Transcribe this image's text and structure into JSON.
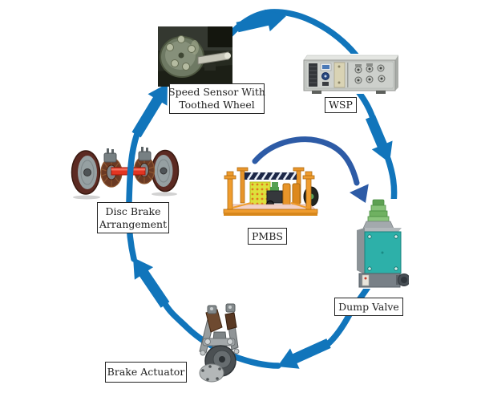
{
  "diagram": {
    "background": "#ffffff",
    "colors": {
      "flow_arrow": "#1175bb",
      "feedback_arrow": "#2d5ba6",
      "label_border": "#242424",
      "label_text": "#1f1f1f"
    },
    "nodes": {
      "speed_sensor": {
        "line1": "Speed Sensor With",
        "line2": "Toothed Wheel"
      },
      "wsp": {
        "line1": "WSP"
      },
      "dump_valve": {
        "line1": "Dump Valve"
      },
      "pmbs": {
        "line1": "PMBS"
      },
      "brake_actuator": {
        "line1": "Brake Actuator"
      },
      "disc_brake": {
        "line1": "Disc Brake",
        "line2": "Arrangement"
      }
    },
    "connections": [
      {
        "from": "Speed Sensor With Toothed Wheel",
        "to": "WSP"
      },
      {
        "from": "WSP",
        "to": "Dump Valve"
      },
      {
        "from": "Dump Valve",
        "to": "Brake Actuator"
      },
      {
        "from": "Brake Actuator",
        "to": "Disc Brake Arrangement"
      },
      {
        "from": "Disc Brake Arrangement",
        "to": "Speed Sensor With Toothed Wheel"
      },
      {
        "from": "PMBS",
        "to": "Dump Valve"
      }
    ]
  }
}
